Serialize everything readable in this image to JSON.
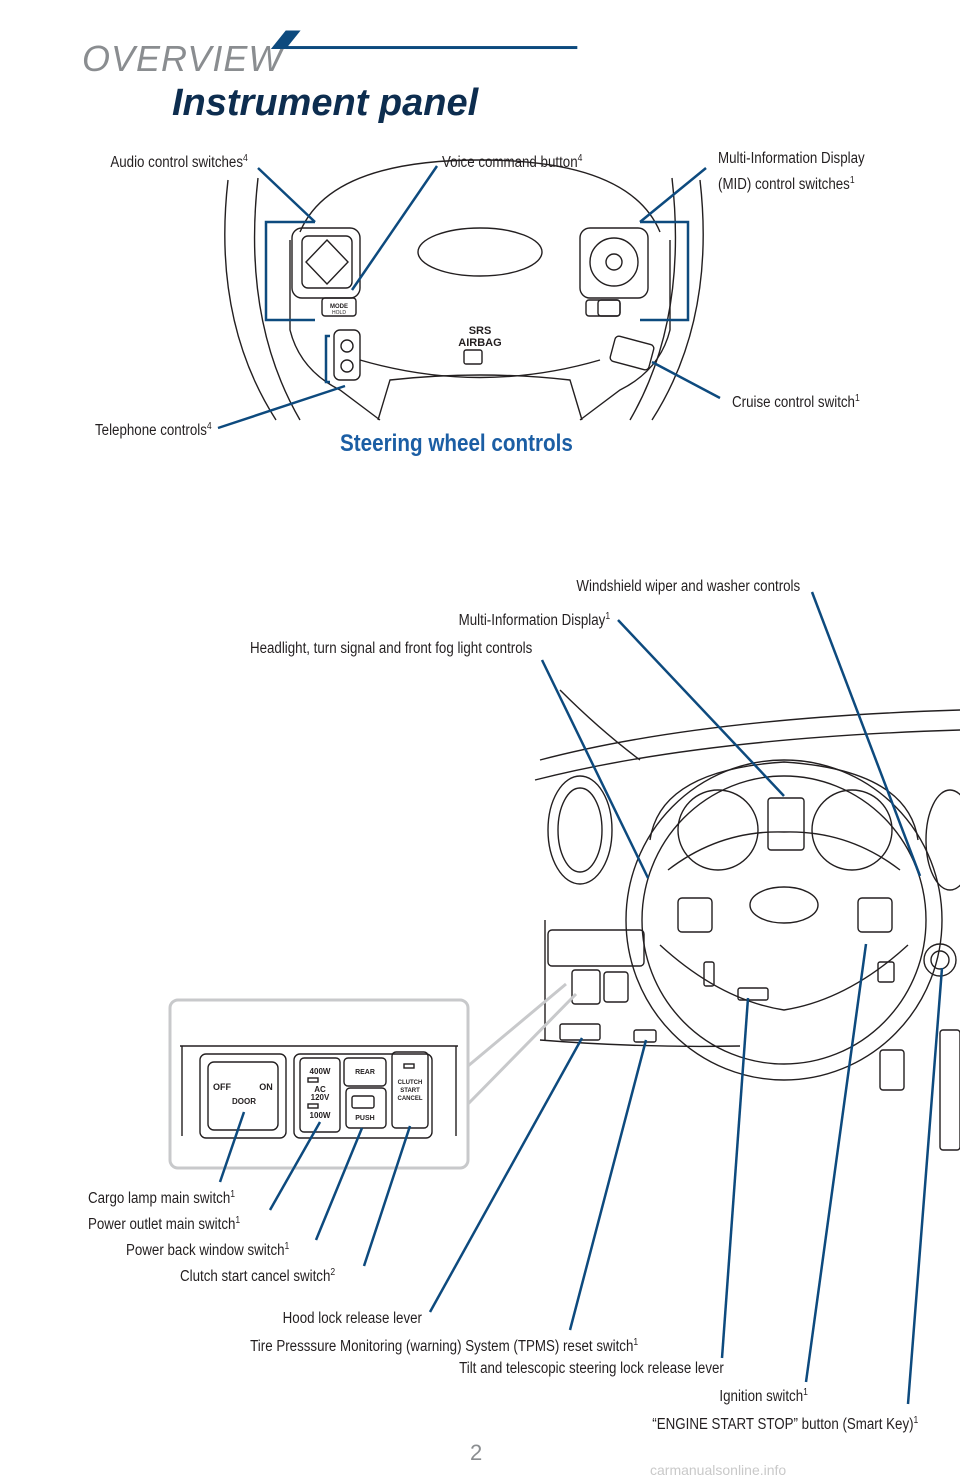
{
  "section": "OVERVIEW",
  "title": "Instrument panel",
  "steering": {
    "subheading": "Steering wheel controls",
    "labels": {
      "audio": "Audio control switches",
      "audio_sup": "4",
      "voice": "Voice command button",
      "voice_sup": "4",
      "mid_line1": "Multi-Information Display",
      "mid_line2": "(MID) control switches",
      "mid_sup": "1",
      "cruise": "Cruise control switch",
      "cruise_sup": "1",
      "telephone": "Telephone controls",
      "telephone_sup": "4"
    },
    "wheel_text": {
      "srs": "SRS",
      "airbag": "AIRBAG",
      "mode": "MODE",
      "hold": "HOLD"
    }
  },
  "panel": {
    "labels": {
      "wiper": "Windshield wiper and washer controls",
      "mid_display": "Multi-Information Display",
      "mid_display_sup": "1",
      "headlight": "Headlight, turn signal and front fog light controls",
      "cargo": "Cargo lamp main switch",
      "cargo_sup": "1",
      "power_outlet": "Power outlet main switch",
      "power_outlet_sup": "1",
      "back_window": "Power back window switch",
      "back_window_sup": "1",
      "clutch": "Clutch start cancel switch",
      "clutch_sup": "2",
      "hood": "Hood lock release lever",
      "tpms": "Tire Presssure Monitoring (warning) System (TPMS) reset switch",
      "tpms_sup": "1",
      "tilt": "Tilt and telescopic steering lock release lever",
      "ignition": "Ignition switch",
      "ignition_sup": "1",
      "engine_start": "“ENGINE START STOP” button (Smart Key)",
      "engine_start_sup": "1"
    },
    "inset_text": {
      "off": "OFF",
      "on": "ON",
      "door": "DOOR",
      "w400": "400W",
      "ac": "AC",
      "v120": "120V",
      "w100": "100W",
      "rear": "REAR",
      "push": "PUSH",
      "clutch1": "CLUTCH",
      "clutch2": "START",
      "clutch3": "CANCEL"
    }
  },
  "page_number": "2",
  "watermark": "carmanualsonline.info",
  "colors": {
    "accent": "#0d4a7e",
    "title": "#0d2d4f",
    "subhead": "#1b5ea4",
    "gray": "#8a8d90",
    "callout": "#0d4a7e"
  }
}
